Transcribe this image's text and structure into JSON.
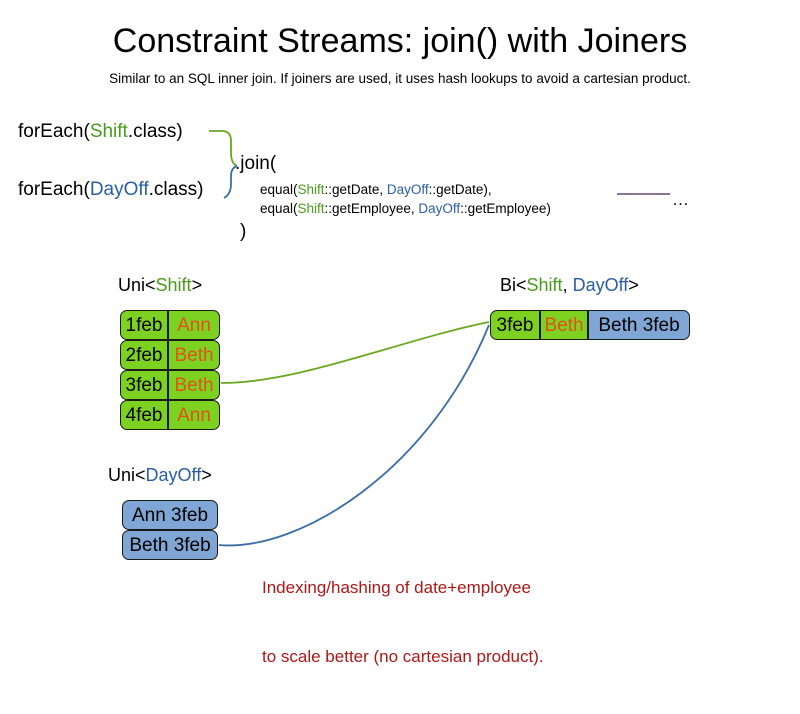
{
  "title": "Constraint Streams: join() with Joiners",
  "subtitle": "Similar to an SQL inner join. If joiners are used, it uses hash lookups to avoid a cartesian product.",
  "code": {
    "foreach_shift_prefix": "forEach(",
    "foreach_shift_type": "Shift",
    "foreach_shift_suffix": ".class)",
    "foreach_dayoff_prefix": "forEach(",
    "foreach_dayoff_type": "DayOff",
    "foreach_dayoff_suffix": ".class)",
    "join_open": ".join(",
    "join_close": ")",
    "equal_line1": {
      "prefix": "equal(",
      "left_type": "Shift",
      "left_method": "::getDate, ",
      "right_type": "DayOff",
      "right_method": "::getDate),"
    },
    "equal_line2": {
      "prefix": "equal(",
      "left_type": "Shift",
      "left_method": "::getEmployee, ",
      "right_type": "DayOff",
      "right_method": "::getEmployee)"
    },
    "ellipsis": "…"
  },
  "labels": {
    "uni_shift": {
      "prefix": "Uni<",
      "type": "Shift",
      "suffix": ">"
    },
    "bi": {
      "prefix": "Bi<",
      "type_a": "Shift",
      "sep": ", ",
      "type_b": "DayOff",
      "suffix": ">"
    },
    "uni_dayoff": {
      "prefix": "Uni<",
      "type": "DayOff",
      "suffix": ">"
    }
  },
  "streams": {
    "uni_shift_rows": [
      {
        "date": "1feb",
        "employee": "Ann"
      },
      {
        "date": "2feb",
        "employee": "Beth"
      },
      {
        "date": "3feb",
        "employee": "Beth"
      },
      {
        "date": "4feb",
        "employee": "Ann"
      }
    ],
    "uni_dayoff_rows": [
      {
        "text": "Ann 3feb"
      },
      {
        "text": "Beth 3feb"
      }
    ],
    "bi_row": {
      "date": "3feb",
      "employee": "Beth",
      "dayoff": "Beth 3feb"
    }
  },
  "caption": {
    "line1": "Indexing/hashing of date+employee",
    "line2": "to scale better (no cartesian product)."
  },
  "colors": {
    "shift_green": "#4a9b1c",
    "dayoff_blue": "#2a5ea8",
    "box_green": "#7dd221",
    "box_blue": "#7fa6d4",
    "employee_orange": "#e2521a",
    "caption_red": "#ad1717",
    "wire_green": "#6aa81f",
    "wire_blue": "#3a6ea5",
    "rule_purple": "#7d5f86"
  }
}
